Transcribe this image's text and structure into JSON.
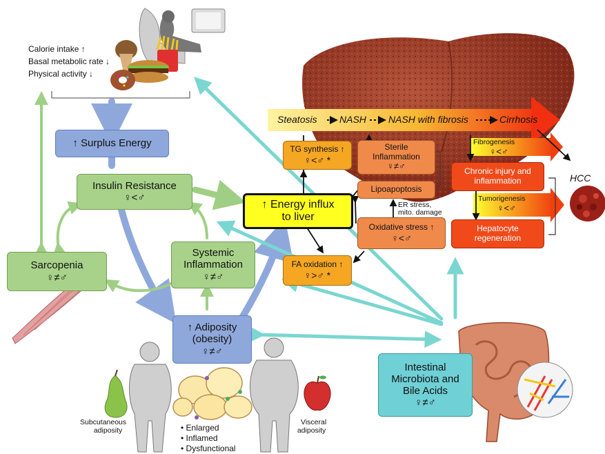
{
  "lifestyle": {
    "calorie_intake": "Calorie intake ↑",
    "basal_metabolic_rate": "Basal metabolic rate ↓",
    "physical_activity": "Physical activity ↓"
  },
  "progression": {
    "steatosis": "Steatosis",
    "nash": "NASH",
    "nash_fibrosis": "NASH with fibrosis",
    "cirrhosis": "Cirrhosis",
    "hcc": "HCC"
  },
  "boxes": {
    "surplus_energy": "↑ Surplus Energy",
    "insulin_resistance": "Insulin Resistance",
    "insulin_resistance_sex": "♀<♂",
    "sarcopenia": "Sarcopenia",
    "sarcopenia_sex": "♀≠♂",
    "systemic_inflammation_1": "Systemic",
    "systemic_inflammation_2": "Inflammation",
    "systemic_inflammation_sex": "♀≠♂",
    "adiposity_1": "↑ Adiposity",
    "adiposity_2": "(obesity)",
    "adiposity_sex": "♀≠♂",
    "energy_influx_1": "↑ Energy influx",
    "energy_influx_2": "to liver",
    "tg_synthesis": "TG synthesis ↑",
    "tg_synthesis_sex": "♀<♂ *",
    "fa_oxidation": "FA oxidation ↑",
    "fa_oxidation_sex": "♀>♂ *",
    "sterile_inflammation_1": "Sterile",
    "sterile_inflammation_2": "Inflammation",
    "sterile_inflammation_sex": "♀≠♂",
    "lipoapoptosis": "Lipoapoptosis",
    "er_stress_1": "ER stress,",
    "er_stress_2": "mito. damage",
    "oxidative_stress": "Oxidative stress ↑",
    "oxidative_stress_sex": "♀<♂",
    "fibrogenesis": "Fibrogenesis",
    "fibrogenesis_sex": "♀<♂",
    "chronic_injury_1": "Chronic injury and",
    "chronic_injury_2": "inflammation",
    "tumorigenesis": "Tumorigenesis",
    "tumorigenesis_sex": "♀<♂",
    "hepatocyte_1": "Hepatocyte",
    "hepatocyte_2": "regeneration",
    "intestinal_1": "Intestinal",
    "intestinal_2": "Microbiota and",
    "intestinal_3": "Bile Acids",
    "intestinal_sex": "♀≠♂"
  },
  "adipose": {
    "subcutaneous_1": "Subcutaneous",
    "subcutaneous_2": "adiposity",
    "visceral_1": "Visceral",
    "visceral_2": "adiposity",
    "bullet_1": "Enlarged",
    "bullet_2": "Inflamed",
    "bullet_3": "Dysfunctional"
  },
  "colors": {
    "blue_arrow": "#8fa8dc",
    "green_arrow": "#9fcf84",
    "teal_arrow": "#7ad6d0",
    "liver": "#8c2d1c"
  }
}
